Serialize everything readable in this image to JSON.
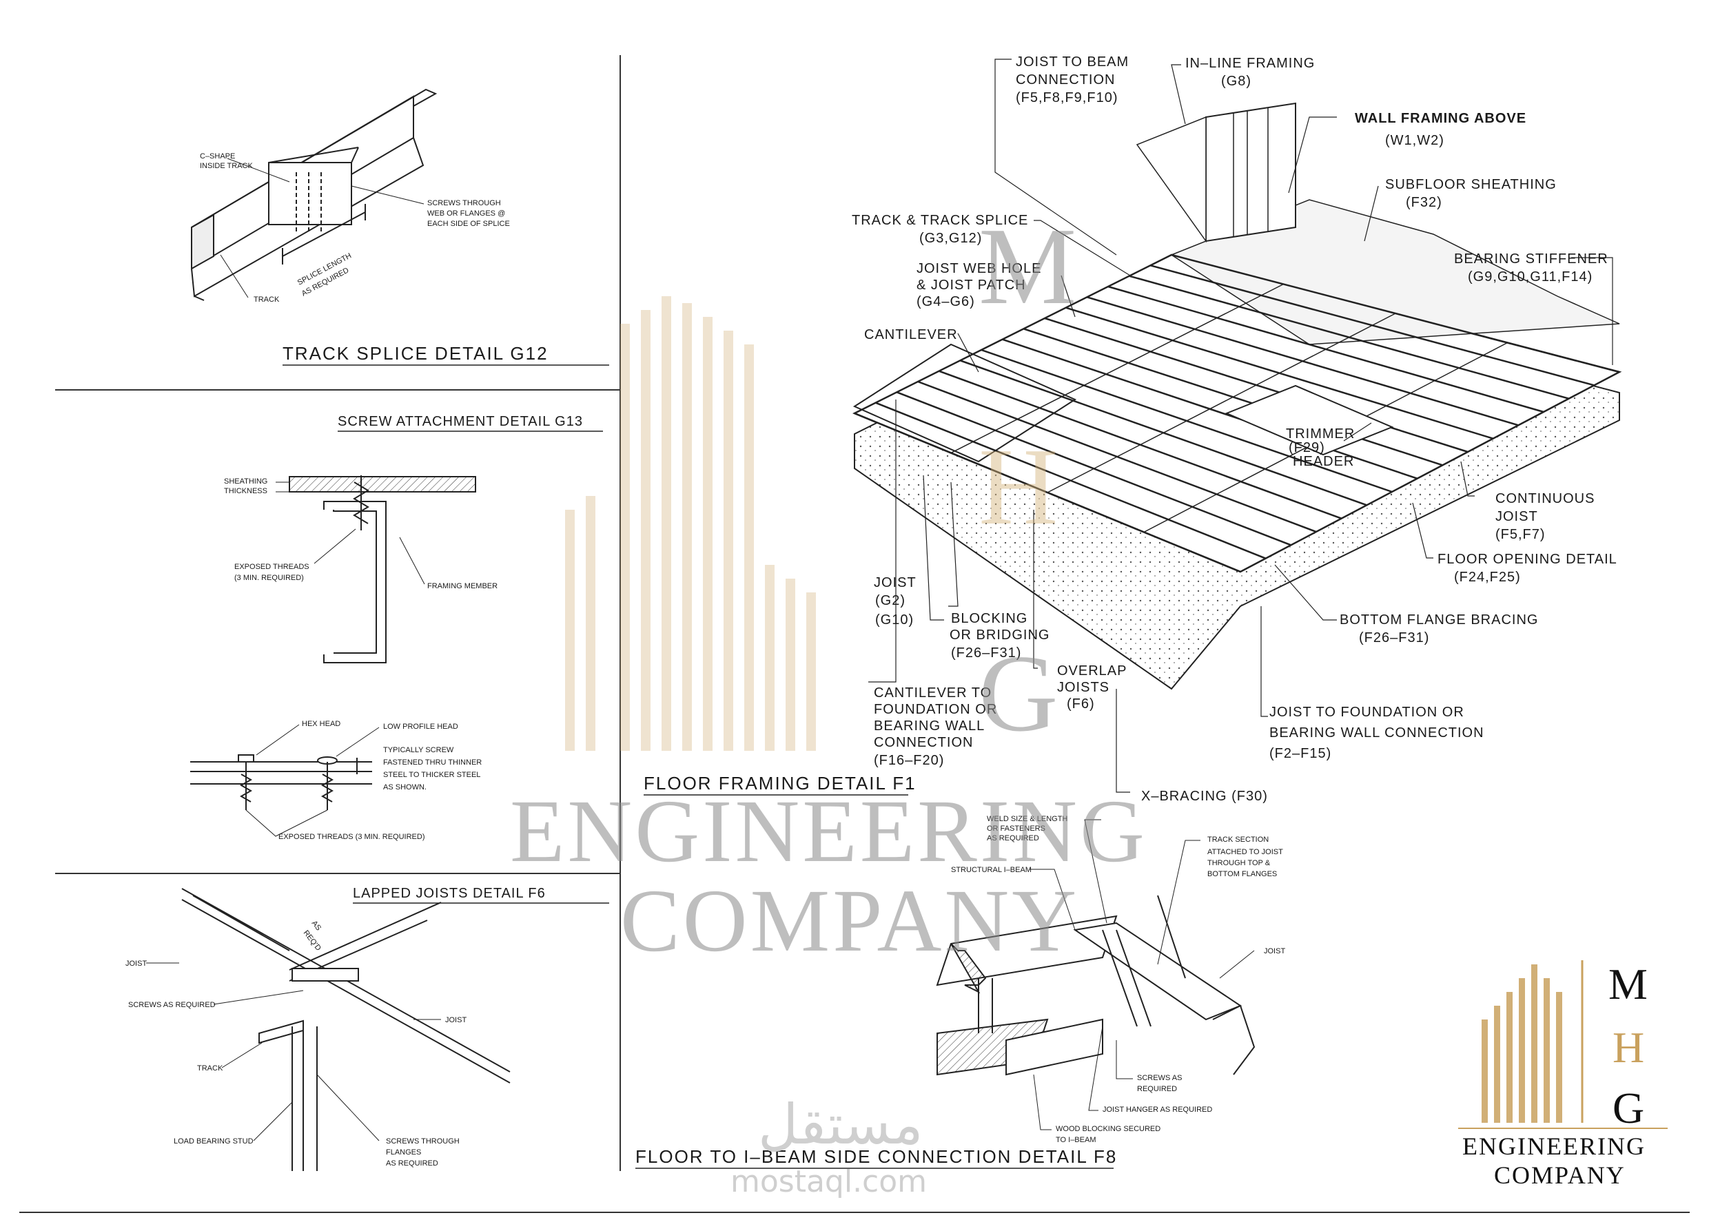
{
  "panels": {
    "track_splice": {
      "title": "TRACK SPLICE DETAIL G12",
      "notes": {
        "c_shape": "C–SHAPE",
        "c_shape2": "INSIDE TRACK",
        "screws1": "SCREWS THROUGH",
        "screws2": "WEB OR FLANGES @",
        "screws3": "EACH SIDE OF SPLICE",
        "splice1": "SPLICE LENGTH",
        "splice2": "AS REQUIRED",
        "track": "TRACK"
      }
    },
    "screw_attachment": {
      "title": "SCREW ATTACHMENT DETAIL G13",
      "notes": {
        "sheathing1": "SHEATHING",
        "sheathing2": "THICKNESS",
        "exposed1": "EXPOSED THREADS",
        "exposed2": "(3 MIN. REQUIRED)",
        "framing": "FRAMING MEMBER",
        "hex": "HEX HEAD",
        "low": "LOW PROFILE HEAD",
        "typ1": "TYPICALLY SCREW",
        "typ2": "FASTENED THRU THINNER",
        "typ3": "STEEL TO THICKER STEEL",
        "typ4": "AS SHOWN.",
        "exposed3": "EXPOSED THREADS (3 MIN. REQUIRED)"
      }
    },
    "lapped_joists": {
      "title": "LAPPED JOISTS DETAIL F6",
      "notes": {
        "as_reqd1": "AS",
        "as_reqd2": "REQ'D",
        "joist1": "JOIST",
        "screws": "SCREWS AS REQUIRED",
        "joist2": "JOIST",
        "track": "TRACK",
        "stud": "LOAD BEARING STUD",
        "sthru1": "SCREWS THROUGH",
        "sthru2": "FLANGES",
        "sthru3": "AS REQUIRED"
      }
    },
    "floor_framing": {
      "title": "FLOOR FRAMING DETAIL F1",
      "callouts": {
        "joist_beam1": "JOIST TO BEAM",
        "joist_beam2": "CONNECTION",
        "joist_beam3": "(F5,F8,F9,F10)",
        "inline1": "IN–LINE FRAMING",
        "inline2": "(G8)",
        "wall1": "WALL FRAMING ABOVE",
        "wall2": "(W1,W2)",
        "subfloor1": "SUBFLOOR SHEATHING",
        "subfloor2": "(F32)",
        "track1": "TRACK & TRACK SPLICE",
        "track2": "(G3,G12)",
        "web1": "JOIST WEB HOLE",
        "web2": "& JOIST PATCH",
        "web3": "(G4–G6)",
        "stiff1": "BEARING STIFFENER",
        "stiff2": "(G9,G10,G11,F14)",
        "cant": "CANTILEVER",
        "trimmer1": "TRIMMER",
        "trimmer2": "(F29)",
        "trimmer3": "HEADER",
        "cont1": "CONTINUOUS",
        "cont2": "JOIST",
        "cont3": "(F5,F7)",
        "opening1": "FLOOR OPENING DETAIL",
        "opening2": "(F24,F25)",
        "joist1": "JOIST",
        "joist2": "(G2)",
        "joist3": "(G10)",
        "block1": "BLOCKING",
        "block2": "OR BRIDGING",
        "block3": "(F26–F31)",
        "bfb1": "BOTTOM FLANGE BRACING",
        "bfb2": "(F26–F31)",
        "overlap1": "OVERLAP",
        "overlap2": "JOISTS",
        "overlap3": "(F6)",
        "cf1": "CANTILEVER TO",
        "cf2": "FOUNDATION OR",
        "cf3": "BEARING WALL",
        "cf4": "CONNECTION",
        "cf5": "(F16–F20)",
        "jf1": "JOIST TO FOUNDATION OR",
        "jf2": "BEARING WALL CONNECTION",
        "jf3": "(F2–F15)",
        "xb": "X–BRACING (F30)"
      }
    },
    "ibeam": {
      "title": "FLOOR TO I–BEAM SIDE CONNECTION DETAIL F8",
      "notes": {
        "weld1": "WELD SIZE & LENGTH",
        "weld2": "OR FASTENERS",
        "weld3": "AS REQUIRED",
        "ts1": "TRACK SECTION",
        "ts2": "ATTACHED TO JOIST",
        "ts3": "THROUGH TOP &",
        "ts4": "BOTTOM FLANGES",
        "sib": "STRUCTURAL I–BEAM",
        "joist": "JOIST",
        "screws1": "SCREWS AS",
        "screws2": "REQUIRED",
        "hanger": "JOIST HANGER AS REQUIRED",
        "wood1": "WOOD BLOCKING SECURED",
        "wood2": "TO I–BEAM"
      }
    }
  },
  "watermark": {
    "letters": [
      "M",
      "H",
      "G"
    ],
    "line1": "ENGINEERING",
    "line2": "COMPANY",
    "site_ar": "مستقل",
    "site": "mostaql.com"
  },
  "logo": {
    "letters": [
      "M",
      "H",
      "G"
    ],
    "line1": "ENGINEERING",
    "line2": "COMPANY",
    "gold": "#c9a15e"
  }
}
